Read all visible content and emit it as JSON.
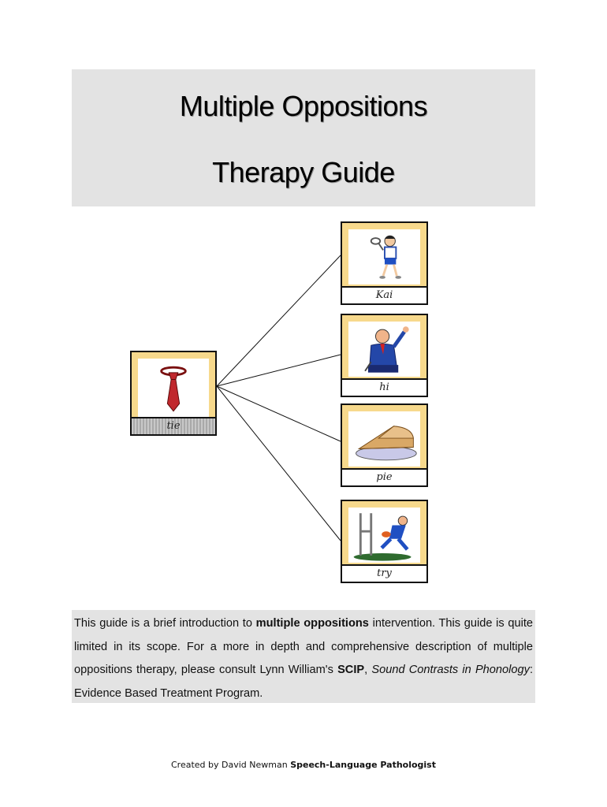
{
  "title": {
    "line1": "Multiple Oppositions",
    "line2": "Therapy Guide"
  },
  "cards": {
    "main": {
      "label": "tie",
      "icon": "necktie-icon"
    },
    "targets": [
      {
        "label": "Kai",
        "icon": "tennis-player-icon"
      },
      {
        "label": "hi",
        "icon": "waving-man-icon"
      },
      {
        "label": "pie",
        "icon": "pie-slice-icon"
      },
      {
        "label": "try",
        "icon": "rugby-player-icon"
      }
    ]
  },
  "intro": {
    "t1": "This guide is a brief introduction to ",
    "b1": "multiple oppositions",
    "t2": " intervention. This guide is quite limited in its scope. For a more in depth and comprehensive description of multiple oppositions therapy, please consult Lynn William's ",
    "b2": "SCIP",
    "t3": ", ",
    "i1": "Sound Contrasts in Phonology",
    "t4": ": Evidence Based Treatment Program."
  },
  "footer": {
    "prefix": "Created by David Newman ",
    "role": "Speech-Language Pathologist"
  },
  "colors": {
    "card_border": "#f7d98c",
    "title_bg": "#e3e3e3"
  }
}
